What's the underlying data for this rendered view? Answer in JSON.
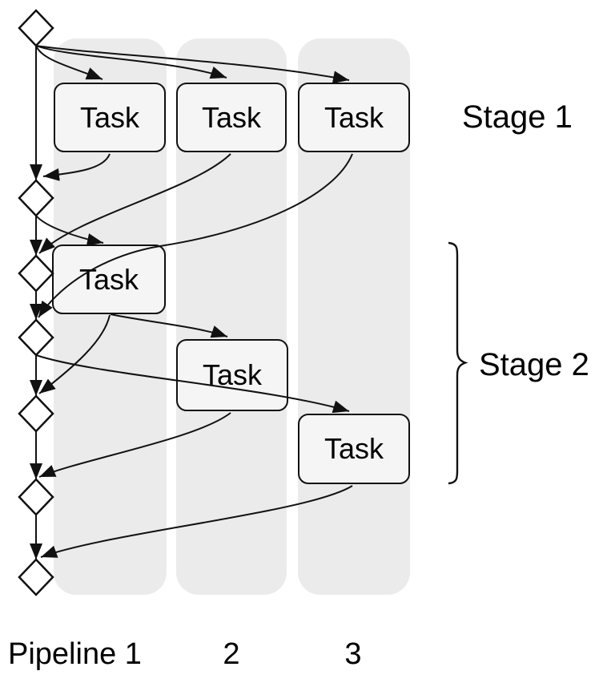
{
  "diagram": {
    "type": "pipeline-stage-flow",
    "stages": [
      {
        "label": "Stage 1"
      },
      {
        "label": "Stage 2"
      }
    ],
    "pipelines": [
      {
        "label": "Pipeline 1"
      },
      {
        "label": "2"
      },
      {
        "label": "3"
      }
    ],
    "tasks": [
      {
        "label": "Task",
        "stage": "Stage 1",
        "pipeline": 1
      },
      {
        "label": "Task",
        "stage": "Stage 1",
        "pipeline": 2
      },
      {
        "label": "Task",
        "stage": "Stage 1",
        "pipeline": 3
      },
      {
        "label": "Task",
        "stage": "Stage 2",
        "pipeline": 1
      },
      {
        "label": "Task",
        "stage": "Stage 2",
        "pipeline": 2
      },
      {
        "label": "Task",
        "stage": "Stage 2",
        "pipeline": 3
      }
    ],
    "gates": {
      "shape": "diamond",
      "count": 7
    },
    "edges": [
      {
        "from": "gate-1",
        "to": "stage1-task-pipeline1"
      },
      {
        "from": "gate-1",
        "to": "stage1-task-pipeline2"
      },
      {
        "from": "gate-1",
        "to": "stage1-task-pipeline3"
      },
      {
        "from": "gate-1",
        "to": "gate-2"
      },
      {
        "from": "stage1-task-pipeline1",
        "to": "gate-2"
      },
      {
        "from": "gate-2",
        "to": "gate-3"
      },
      {
        "from": "stage1-task-pipeline2",
        "to": "gate-3"
      },
      {
        "from": "gate-2",
        "to": "stage2-task-pipeline1"
      },
      {
        "from": "gate-3",
        "to": "gate-4"
      },
      {
        "from": "stage1-task-pipeline3",
        "to": "gate-4"
      },
      {
        "from": "gate-4",
        "to": "gate-5"
      },
      {
        "from": "stage2-task-pipeline1",
        "to": "gate-5"
      },
      {
        "from": "stage2-task-pipeline1",
        "to": "stage2-task-pipeline2"
      },
      {
        "from": "gate-4",
        "to": "stage2-task-pipeline3"
      },
      {
        "from": "gate-5",
        "to": "gate-6"
      },
      {
        "from": "stage2-task-pipeline2",
        "to": "gate-6"
      },
      {
        "from": "gate-6",
        "to": "gate-7"
      },
      {
        "from": "stage2-task-pipeline3",
        "to": "gate-7"
      }
    ],
    "colors": {
      "background": "#ffffff",
      "column_fill": "#ebebeb",
      "task_fill": "#f5f5f5",
      "stroke": "#111111",
      "text": "#000000"
    }
  }
}
